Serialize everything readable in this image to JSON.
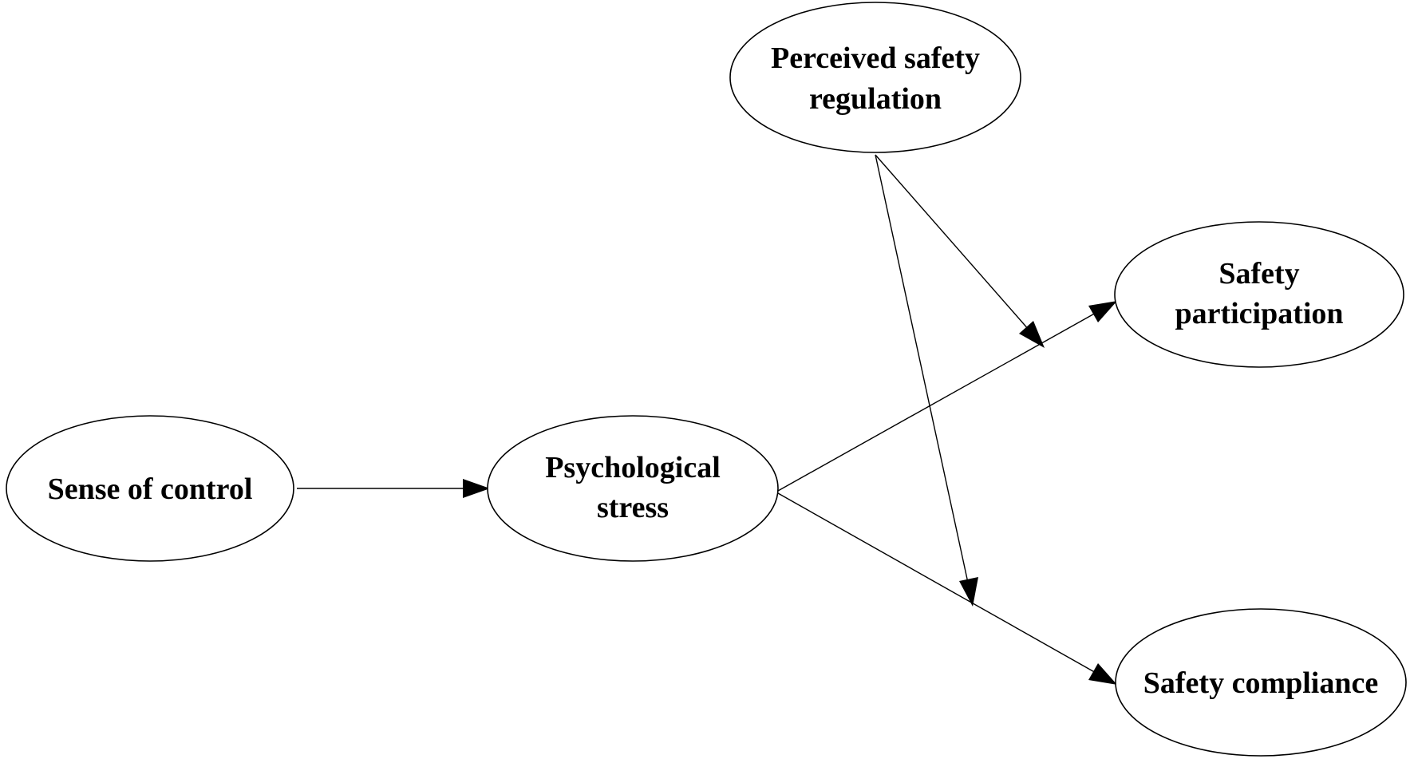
{
  "diagram": {
    "nodes": {
      "sense_of_control": {
        "lines": [
          "Sense of control"
        ]
      },
      "psychological_stress": {
        "lines": [
          "Psychological",
          "stress"
        ]
      },
      "perceived_safety_regulation": {
        "lines": [
          "Perceived safety",
          "regulation"
        ]
      },
      "safety_participation": {
        "lines": [
          "Safety",
          "participation"
        ]
      },
      "safety_compliance": {
        "lines": [
          "Safety compliance"
        ]
      }
    },
    "edges": [
      {
        "from": "sense_of_control",
        "to": "psychological_stress",
        "type": "direct"
      },
      {
        "from": "psychological_stress",
        "to": "safety_participation",
        "type": "direct"
      },
      {
        "from": "psychological_stress",
        "to": "safety_compliance",
        "type": "direct"
      },
      {
        "from": "perceived_safety_regulation",
        "to": "psychological_stress->safety_participation",
        "type": "moderation"
      },
      {
        "from": "perceived_safety_regulation",
        "to": "psychological_stress->safety_compliance",
        "type": "moderation"
      }
    ]
  }
}
